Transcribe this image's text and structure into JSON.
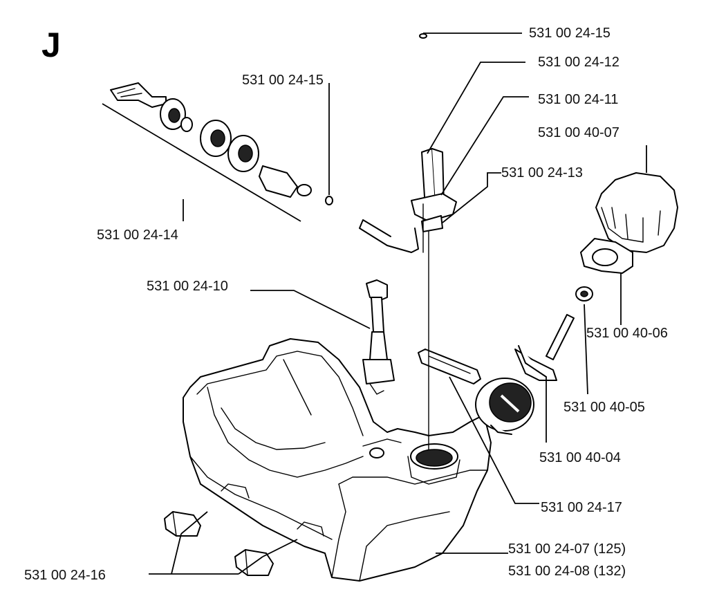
{
  "section_letter": "J",
  "parts": [
    {
      "id": "p_top_clip",
      "label": "531 00 24-15"
    },
    {
      "id": "p_pickup_tube",
      "label": "531 00 24-12"
    },
    {
      "id": "p_tube_grommet",
      "label": "531 00 24-11"
    },
    {
      "id": "p_cap",
      "label": "531 00 40-07"
    },
    {
      "id": "p_vent",
      "label": "531 00 24-13"
    },
    {
      "id": "p_mid_clip",
      "label": "531 00 24-15"
    },
    {
      "id": "p_filter_kit",
      "label": "531 00 24-14"
    },
    {
      "id": "p_fuel_line",
      "label": "531 00 24-10"
    },
    {
      "id": "p_cap_gasket",
      "label": "531 00 40-06"
    },
    {
      "id": "p_retainer_ring",
      "label": "531 00 40-05"
    },
    {
      "id": "p_strap",
      "label": "531 00 40-04"
    },
    {
      "id": "p_seal",
      "label": "531 00 24-17"
    },
    {
      "id": "p_tank_125",
      "label": "531 00 24-07 (125)"
    },
    {
      "id": "p_tank_132",
      "label": "531 00 24-08 (132)"
    },
    {
      "id": "p_feet",
      "label": "531 00 24-16"
    }
  ]
}
